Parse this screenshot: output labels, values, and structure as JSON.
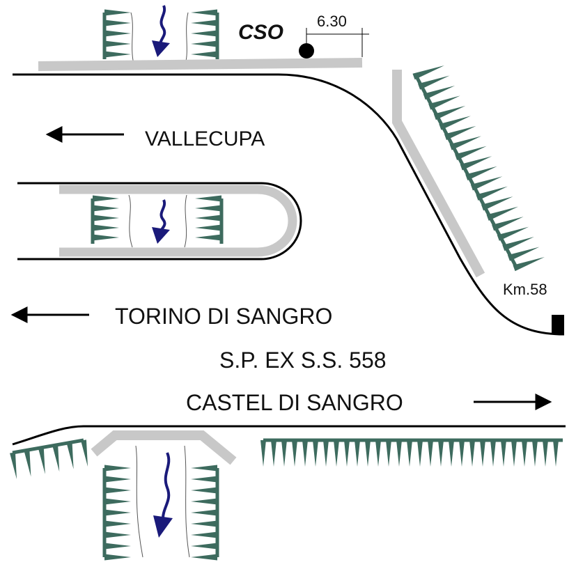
{
  "labels": {
    "cso": "CSO",
    "cso_distance": "6.30",
    "vallecupa": "VALLECUPA",
    "torino": "TORINO DI SANGRO",
    "road": "S.P. EX S.S. 558",
    "castel": "CASTEL DI SANGRO",
    "km": "Km.58"
  },
  "colors": {
    "road_line": "#000000",
    "guardrail": "#c8c8c8",
    "embankment": "#3d6b5e",
    "flow_arrow": "#1a1a7a",
    "stream_bank": "#555555"
  }
}
